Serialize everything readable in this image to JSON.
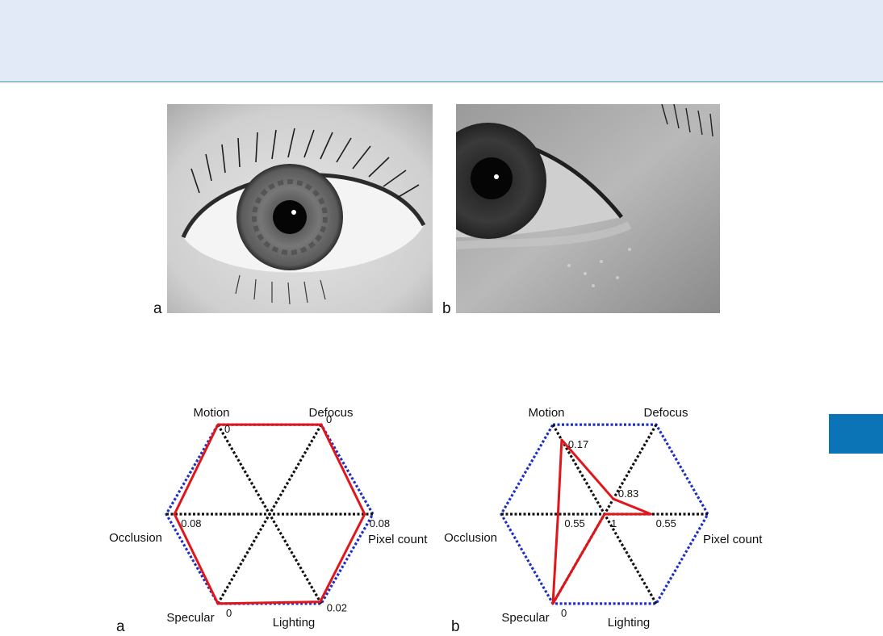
{
  "photos": [
    {
      "label": "a"
    },
    {
      "label": "b"
    }
  ],
  "chart_data": [
    {
      "type": "radar",
      "panel_label": "a",
      "axes": [
        "Motion",
        "Defocus",
        "Pixel count",
        "Lighting",
        "Specular",
        "Occlusion"
      ],
      "values": [
        0,
        0,
        0.08,
        0.02,
        0,
        0.08
      ],
      "value_labels": [
        "0",
        "0",
        "0.08",
        "0.02",
        "0",
        "0.08"
      ],
      "range": [
        0,
        1
      ],
      "colors": {
        "outline": "#1f2fc4",
        "spokes": "#111111",
        "series": "#e0161b"
      }
    },
    {
      "type": "radar",
      "panel_label": "b",
      "axes": [
        "Motion",
        "Defocus",
        "Pixel count",
        "Lighting",
        "Specular",
        "Occlusion"
      ],
      "values": [
        0.17,
        0.83,
        0.55,
        1,
        0,
        0.55
      ],
      "value_labels": [
        "0.17",
        "0.83",
        "0.55",
        "1",
        "0",
        "0.55"
      ],
      "range": [
        0,
        1
      ],
      "colors": {
        "outline": "#1f2fc4",
        "spokes": "#111111",
        "series": "#e0161b"
      }
    }
  ]
}
